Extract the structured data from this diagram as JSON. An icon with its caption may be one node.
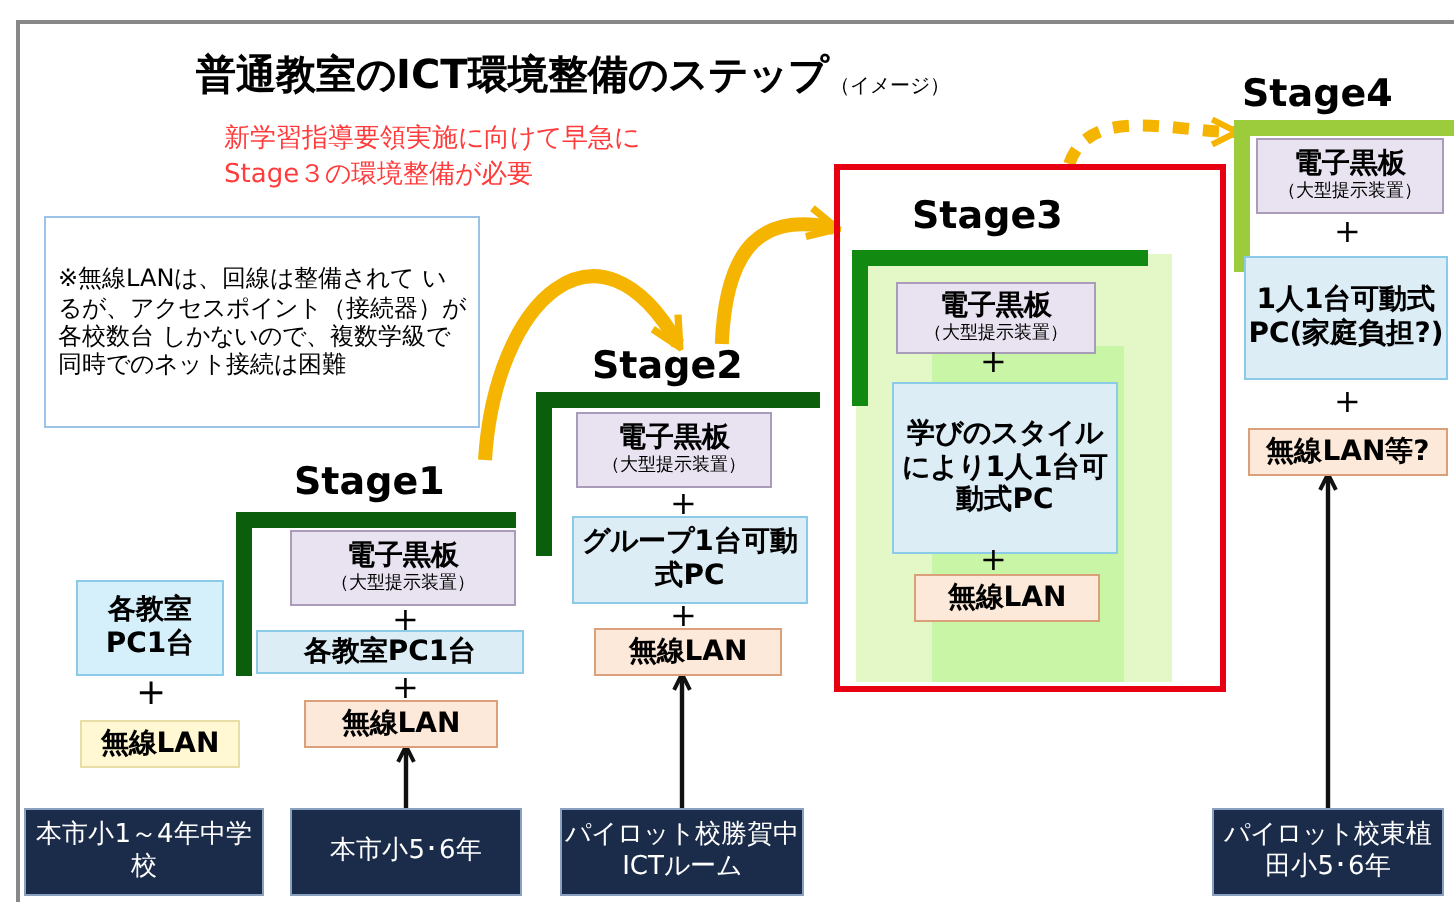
{
  "diagram": {
    "title": "普通教室のICT環境整備のステップ",
    "nodes": [
      {
        "text": [
          "※無線LANは、回線は整備されて いるが、アクセスポイント（接続器）が各校数台 しかないので、複数学級で同時でのネット接続は困難"
        ]
      },
      {
        "text": [
          "各教室PC1台"
        ]
      },
      {
        "text": [
          "無線LAN"
        ]
      },
      {
        "text": [
          "Stage1"
        ]
      },
      {
        "text": [
          "電子黒板",
          "（大型提示装置）"
        ],
        "in": 3
      },
      {
        "text": [
          "各教室PC1台"
        ],
        "in": 3
      },
      {
        "text": [
          "無線LAN"
        ],
        "in": 3
      },
      {
        "text": [
          "Stage2"
        ]
      },
      {
        "text": [
          "電子黒板",
          "（大型提示装置）"
        ],
        "in": 7
      },
      {
        "text": [
          "グループ1台可動式PC"
        ],
        "in": 7
      },
      {
        "text": [
          "無線LAN"
        ],
        "in": 7
      },
      {
        "text": [
          "Stage3"
        ]
      },
      {
        "text": [
          "電子黒板",
          "（大型提示装置）"
        ],
        "in": 11
      },
      {
        "text": [
          "学びのスタイルにより1人1台可動式PC"
        ],
        "in": 11
      },
      {
        "text": [
          "無線LAN"
        ],
        "in": 11
      },
      {
        "text": [
          "Stage4"
        ]
      },
      {
        "text": [
          "電子黒板",
          "（大型提示装置）"
        ],
        "in": 15
      },
      {
        "text": [
          "1人1台可動式PC(家庭負担?)"
        ],
        "in": 15
      },
      {
        "text": [
          "無線LAN等?"
        ],
        "in": 15
      },
      {
        "text": [
          "本市小1～4年中学校"
        ]
      },
      {
        "text": [
          "本市小5･6年"
        ]
      },
      {
        "text": [
          "パイロット校勝賀中ICTルーム"
        ]
      },
      {
        "text": [
          "パイロット校東植田小5･6年"
        ]
      }
    ],
    "edges": [
      {
        "from": 3,
        "to": 7,
        "arrow": "to",
        "style": "thick",
        "color": "#f5b400"
      },
      {
        "from": 7,
        "to": 11,
        "arrow": "to",
        "style": "thick",
        "color": "#f5b400"
      },
      {
        "from": 11,
        "to": 15,
        "arrow": "to",
        "style": "dashed",
        "color": "#f5b400"
      },
      {
        "from": 20,
        "to": 6,
        "arrow": "to",
        "color": "#111111"
      },
      {
        "from": 21,
        "to": 10,
        "arrow": "to",
        "color": "#111111"
      },
      {
        "from": 22,
        "to": 18,
        "arrow": "to",
        "color": "#111111"
      }
    ],
    "labels": [
      "（イメージ）",
      "新学習指導要領実施に向けて早急に Stage３の環境整備が必要",
      "+",
      "+",
      "+",
      "+",
      "+",
      "+",
      "+",
      "+",
      "+"
    ]
  }
}
